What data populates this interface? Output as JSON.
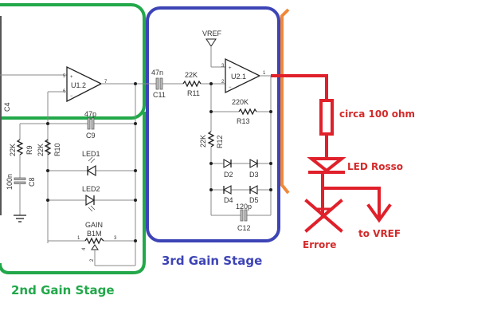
{
  "colors": {
    "stage2": "#22a84a",
    "stage3": "#3d44b5",
    "stage4": "#f0883a",
    "modification": "#e0202a",
    "wire": "#8a8a8a"
  },
  "stages": {
    "stage2_label": "2nd Gain Stage",
    "stage3_label": "3rd Gain Stage"
  },
  "stage2": {
    "left_cap_ref": "C4",
    "opamp": {
      "ref": "U1.2",
      "pin_plus": "5",
      "pin_minus": "6",
      "pin_out": "7"
    },
    "c9": {
      "value": "47p",
      "ref": "C9"
    },
    "r9": {
      "value": "22K",
      "ref": "R9"
    },
    "r10": {
      "value": "22K",
      "ref": "R10"
    },
    "c8": {
      "value": "100n",
      "ref": "C8"
    },
    "led1": "LED1",
    "led2": "LED2",
    "pot": {
      "name": "GAIN",
      "value": "B1M",
      "pin1": "1",
      "pin2": "2",
      "pin3": "3",
      "wiper": "4"
    }
  },
  "stage3": {
    "vref": "VREF",
    "c11": {
      "value": "47n",
      "ref": "C11"
    },
    "r11": {
      "value": "22K",
      "ref": "R11"
    },
    "opamp": {
      "ref": "U2.1",
      "pin_plus": "3",
      "pin_minus": "2",
      "pin_out": "1"
    },
    "r13": {
      "value": "220K",
      "ref": "R13"
    },
    "r12": {
      "value": "22K",
      "ref": "R12"
    },
    "diodes": [
      "D2",
      "D3",
      "D4",
      "D5"
    ],
    "c12": {
      "value": "120p",
      "ref": "C12"
    }
  },
  "annotations": {
    "resistor": "circa 100 ohm",
    "led": "LED Rosso",
    "error": "Errore",
    "to_vref": "to VREF"
  }
}
